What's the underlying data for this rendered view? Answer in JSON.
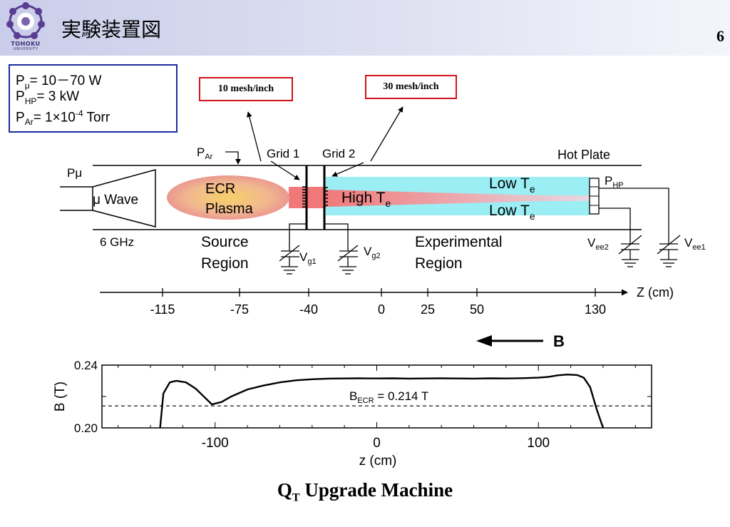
{
  "header": {
    "title": "実験装置図",
    "page_number": "6",
    "logo_text": "TOHOKU",
    "logo_sub": "UNIVERSITY"
  },
  "params": {
    "pmu_sub": "μ",
    "pmu_value": "= 10－70 W",
    "php_sub": "HP",
    "php_value": "=  3 kW",
    "par_sub": "Ar",
    "par_value_a": "= 1×10",
    "par_exp": "-4",
    "par_value_b": " Torr"
  },
  "mesh": {
    "grid1": "10 mesh/inch",
    "grid2": "30 mesh/inch"
  },
  "apparatus": {
    "p_ar": "P",
    "p_ar_sub": "Ar",
    "grid1": "Grid 1",
    "grid2": "Grid 2",
    "hot_plate": "Hot Plate",
    "p_mu": "Pμ",
    "mu_wave": "μ Wave",
    "ghz": "6 GHz",
    "ecr_line1": "ECR",
    "ecr_line2": "Plasma",
    "high_te": "High T",
    "low_te": "Low T",
    "te_sub": "e",
    "php": "P",
    "php_sub": "HP",
    "source_line1": "Source",
    "source_line2": "Region",
    "exp_line1": "Experimental",
    "exp_line2": "Region",
    "v": "V",
    "vg1_sub": "g1",
    "vg2_sub": "g2",
    "vee2_sub": "ee2",
    "vee1_sub": "ee1"
  },
  "z_axis": {
    "label": "Z (cm)",
    "ticks": [
      "-115",
      "-75",
      "-40",
      "0",
      "25",
      "50",
      "130"
    ]
  },
  "b_arrow": "B",
  "chart_data": {
    "type": "line",
    "title": "",
    "xlabel": "z (cm)",
    "ylabel": "B (T)",
    "xlim": [
      -170,
      170
    ],
    "ylim": [
      0.2,
      0.24
    ],
    "x_ticks": [
      "-100",
      "0",
      "100"
    ],
    "y_ticks": [
      "0.24",
      "0.20"
    ],
    "annotation": "B",
    "annotation_sub": "ECR",
    "annotation_value": " = 0.214 T",
    "reference_line": 0.214,
    "series": [
      {
        "x": [
          -140,
          -134,
          -132,
          -128,
          -124,
          -118,
          -112,
          -106,
          -102,
          -96,
          -90,
          -80,
          -70,
          -60,
          -50,
          -40,
          -30,
          -20,
          -10,
          0,
          10,
          20,
          30,
          40,
          50,
          60,
          70,
          80,
          90,
          100,
          106,
          112,
          118,
          124,
          128,
          132,
          136,
          140,
          144
        ],
        "y": [
          0.193,
          0.2,
          0.222,
          0.229,
          0.23,
          0.229,
          0.225,
          0.219,
          0.215,
          0.2165,
          0.22,
          0.2245,
          0.227,
          0.229,
          0.2303,
          0.231,
          0.2314,
          0.2315,
          0.2316,
          0.2315,
          0.2316,
          0.2314,
          0.2315,
          0.2316,
          0.2315,
          0.2314,
          0.2316,
          0.2315,
          0.2317,
          0.232,
          0.2325,
          0.2335,
          0.234,
          0.2337,
          0.232,
          0.226,
          0.212,
          0.2,
          0.192
        ]
      }
    ]
  }
}
